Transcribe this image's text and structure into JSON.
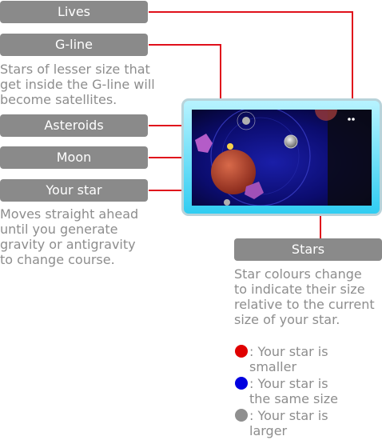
{
  "labels": {
    "lives": "Lives",
    "gline": "G-line",
    "asteroids": "Asteroids",
    "moon": "Moon",
    "your_star": "Your star",
    "stars": "Stars"
  },
  "descriptions": {
    "gline": "Stars of lesser size that\nget inside the G-line will\nbecome satellites.",
    "your_star": "Moves straight ahead\nuntil you generate\ngravity or antigravity\nto change course.",
    "stars": "Star colours change\nto indicate their size\nrelative to the current\nsize of your star."
  },
  "legend": [
    {
      "color": "#e00000",
      "text": ": Your star is\n  smaller"
    },
    {
      "color": "#0000e0",
      "text": ": Your star is\n  the same size"
    },
    {
      "color": "#8f8f8f",
      "text": ": Your star is\n  larger"
    }
  ],
  "colors": {
    "label_bg": "#8a8a8a",
    "leader_line": "#e0101b",
    "frame_cyan": "#30cdf2"
  }
}
